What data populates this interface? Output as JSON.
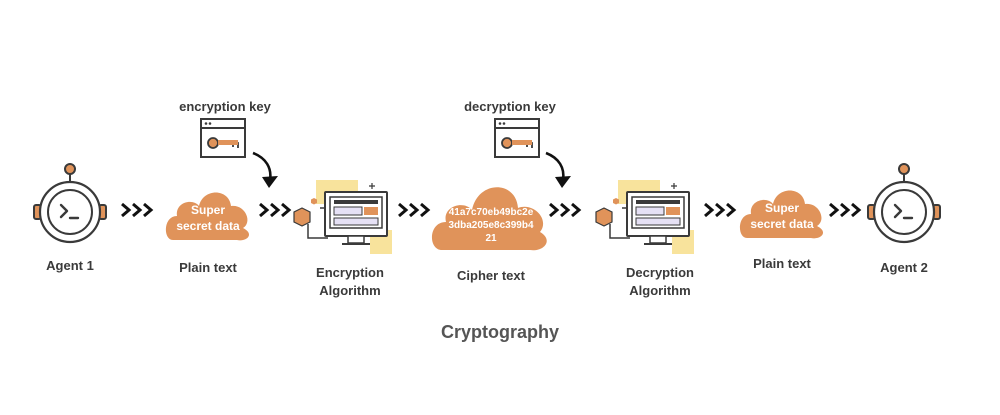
{
  "diagram": {
    "title": "Cryptography",
    "agent1": {
      "label": "Agent 1"
    },
    "agent2": {
      "label": "Agent 2"
    },
    "plain_text_1": {
      "cloud_text_line1": "Super",
      "cloud_text_line2": "secret data",
      "label": "Plain text"
    },
    "plain_text_2": {
      "cloud_text_line1": "Super",
      "cloud_text_line2": "secret data",
      "label": "Plain text"
    },
    "encryption": {
      "label_line1": "Encryption",
      "label_line2": "Algorithm",
      "key_label": "encryption key"
    },
    "decryption": {
      "label_line1": "Decryption",
      "label_line2": "Algorithm",
      "key_label": "decryption key"
    },
    "cipher": {
      "line1": "41a7c70eb49bc2e",
      "line2": "3dba205e8c399b4",
      "line3": "21",
      "label": "Cipher text"
    },
    "colors": {
      "accent": "#E0935A",
      "accent_dark": "#C9763C",
      "yellow": "#F8E39C",
      "stroke": "#3a3a3a",
      "text": "#3a3a3a"
    }
  }
}
